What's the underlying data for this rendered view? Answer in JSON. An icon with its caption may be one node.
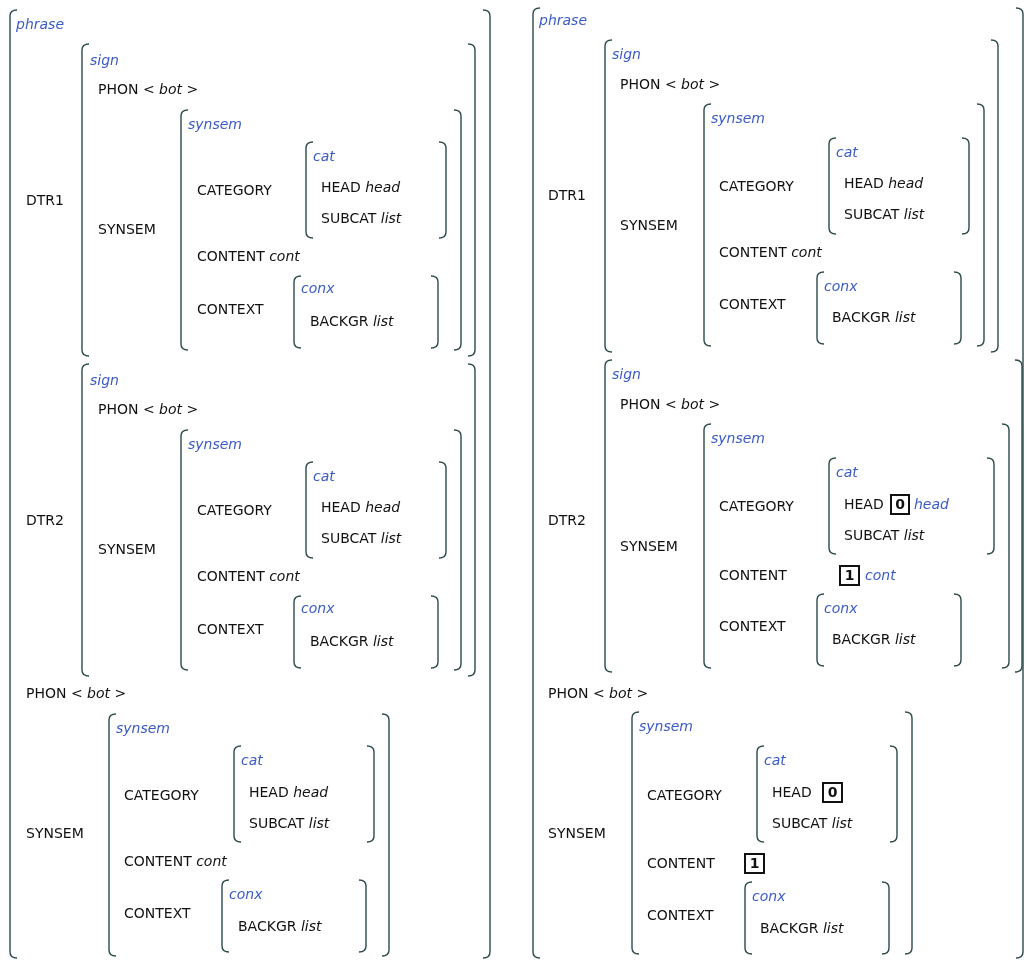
{
  "diagram": {
    "nodes": [
      {
        "text": [
          "phrase",
          "PHON < *bot* >"
        ]
      },
      {
        "text": [
          "sign",
          "PHON < *bot* >"
        ],
        "in": 0,
        "beside": [
          "DTR1"
        ]
      },
      {
        "text": [
          "synsem",
          "CONTENT *cont*"
        ],
        "in": 1,
        "beside": [
          "SYNSEM"
        ]
      },
      {
        "text": [
          "cat",
          "HEAD *head*",
          "SUBCAT *list*"
        ],
        "in": 2,
        "beside": [
          "CATEGORY"
        ]
      },
      {
        "text": [
          "conx",
          "BACKGR *list*"
        ],
        "in": 2,
        "beside": [
          "CONTEXT"
        ]
      },
      {
        "text": [
          "sign",
          "PHON < *bot* >"
        ],
        "in": 0,
        "beside": [
          "DTR2"
        ]
      },
      {
        "text": [
          "synsem",
          "CONTENT *cont*"
        ],
        "in": 5,
        "beside": [
          "SYNSEM"
        ]
      },
      {
        "text": [
          "cat",
          "HEAD *head*",
          "SUBCAT *list*"
        ],
        "in": 6,
        "beside": [
          "CATEGORY"
        ]
      },
      {
        "text": [
          "conx",
          "BACKGR *list*"
        ],
        "in": 6,
        "beside": [
          "CONTEXT"
        ]
      },
      {
        "text": [
          "synsem",
          "CONTENT *cont*"
        ],
        "in": 0,
        "beside": [
          "SYNSEM"
        ]
      },
      {
        "text": [
          "cat",
          "HEAD *head*",
          "SUBCAT *list*"
        ],
        "in": 9,
        "beside": [
          "CATEGORY"
        ]
      },
      {
        "text": [
          "conx",
          "BACKGR *list*"
        ],
        "in": 9,
        "beside": [
          "CONTEXT"
        ]
      },
      {
        "text": [
          "phrase",
          "PHON < *bot* >"
        ]
      },
      {
        "text": [
          "sign",
          "PHON < *bot* >"
        ],
        "in": 12,
        "beside": [
          "DTR1"
        ]
      },
      {
        "text": [
          "synsem",
          "CONTENT *cont*"
        ],
        "in": 13,
        "beside": [
          "SYNSEM"
        ]
      },
      {
        "text": [
          "cat",
          "HEAD *head*",
          "SUBCAT *list*"
        ],
        "in": 14,
        "beside": [
          "CATEGORY"
        ]
      },
      {
        "text": [
          "conx",
          "BACKGR *list*"
        ],
        "in": 14,
        "beside": [
          "CONTEXT"
        ]
      },
      {
        "text": [
          "sign",
          "PHON < *bot* >"
        ],
        "in": 12,
        "beside": [
          "DTR2"
        ]
      },
      {
        "text": [
          "synsem",
          "CONTENT",
          "cont"
        ],
        "in": 17,
        "beside": [
          "SYNSEM"
        ]
      },
      {
        "text": [
          "cat",
          "HEAD",
          "head",
          "SUBCAT *list*"
        ],
        "in": 18,
        "beside": [
          "CATEGORY"
        ]
      },
      {
        "text": [
          "0"
        ],
        "in": 19
      },
      {
        "text": [
          "1"
        ],
        "in": 18
      },
      {
        "text": [
          "conx",
          "BACKGR *list*"
        ],
        "in": 18,
        "beside": [
          "CONTEXT"
        ]
      },
      {
        "text": [
          "synsem",
          "CONTENT"
        ],
        "in": 12,
        "beside": [
          "SYNSEM"
        ]
      },
      {
        "text": [
          "cat",
          "HEAD",
          "SUBCAT *list*"
        ],
        "in": 23,
        "beside": [
          "CATEGORY"
        ]
      },
      {
        "text": [
          "0"
        ],
        "in": 24
      },
      {
        "text": [
          "1"
        ],
        "in": 23
      },
      {
        "text": [
          "conx",
          "BACKGR *list*"
        ],
        "in": 23,
        "beside": [
          "CONTEXT"
        ]
      }
    ]
  }
}
